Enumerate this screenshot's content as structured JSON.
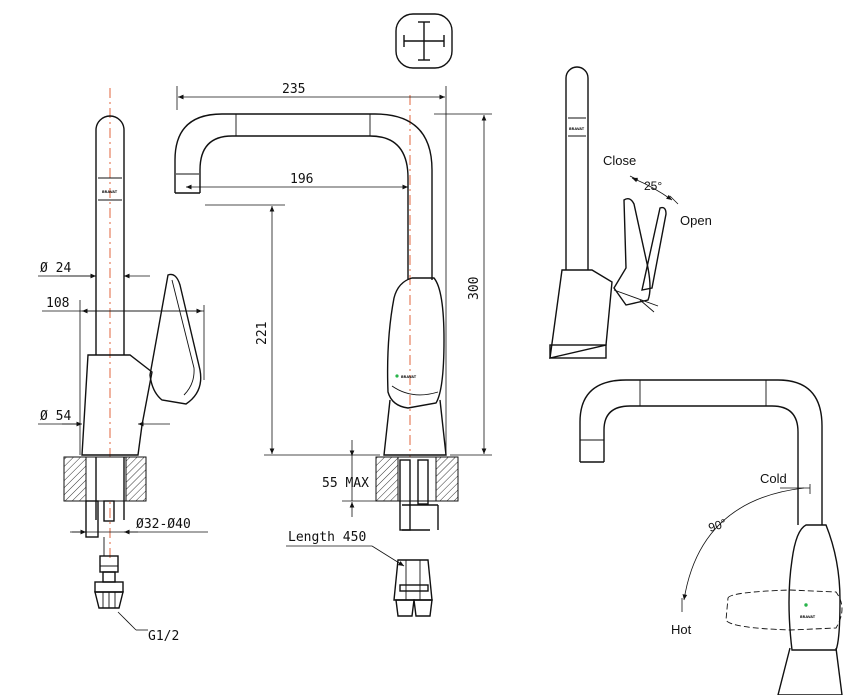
{
  "dimensions": {
    "d24": "Ø 24",
    "w108": "108",
    "d54": "Ø 54",
    "d32_40": "Ø32-Ø40",
    "g12": "G1/2",
    "w235": "235",
    "w196": "196",
    "h221": "221",
    "h300": "300",
    "max55": "55 MAX",
    "len450": "Length 450"
  },
  "lever_labels": {
    "close": "Close",
    "angle25": "25°",
    "open": "Open",
    "cold": "Cold",
    "angle90": "90°",
    "hot": "Hot"
  },
  "brand_mark": "BRAVAT",
  "accent": {
    "centerline": "#e0643c",
    "led": "#28b44a"
  }
}
